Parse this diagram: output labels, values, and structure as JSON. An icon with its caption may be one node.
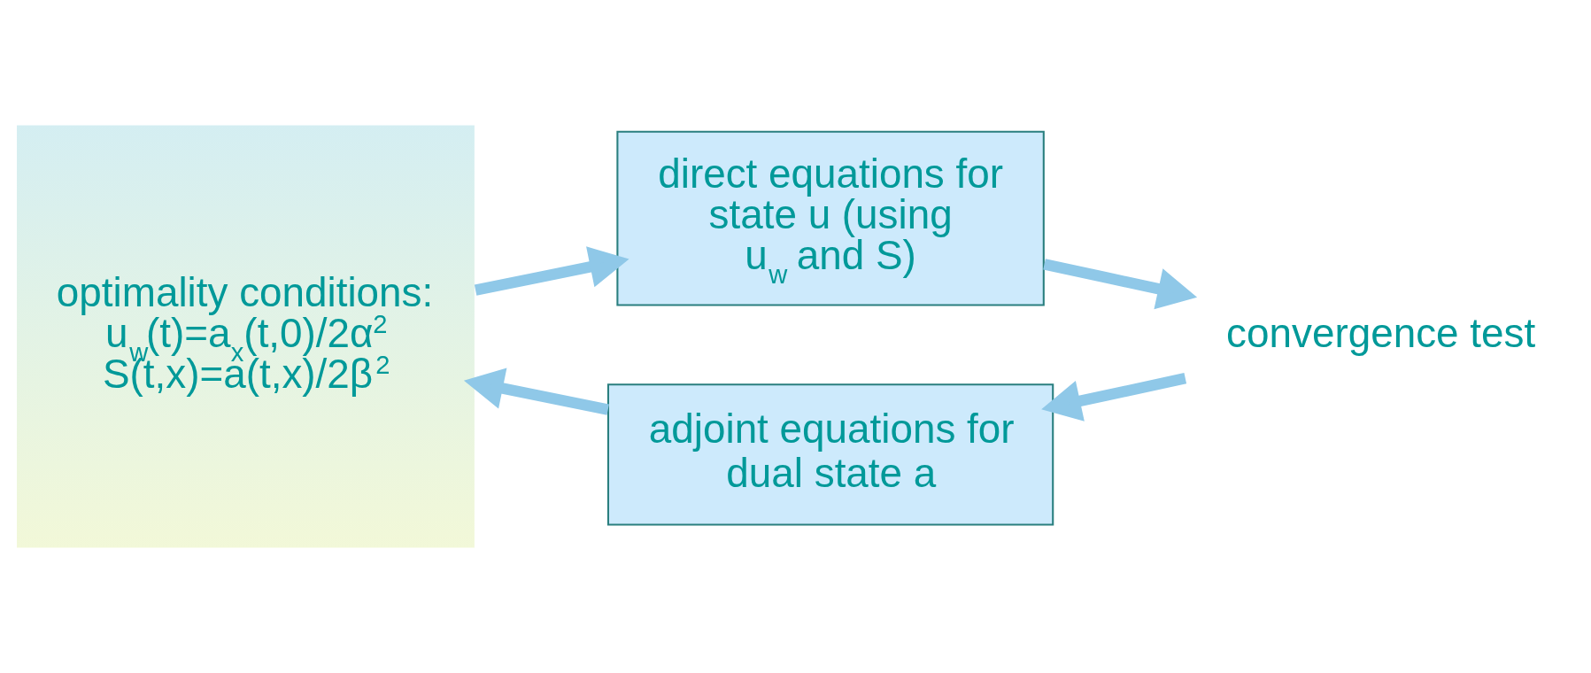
{
  "diagram": {
    "nodes": [
      {
        "text": [
          "optimality conditions:",
          "u$_{w}$(t)=a$_{x}$(t,0)/2α$^{2}$",
          "S(t,x)=a(t,x)/2β$^{2}$"
        ]
      },
      {
        "text": [
          "direct equations for state u (using u$_{w}$ and S)"
        ]
      },
      {
        "text": [
          "convergence test"
        ]
      },
      {
        "text": [
          "adjoint equations for dual state a"
        ]
      }
    ],
    "edges": [
      {
        "from": 0,
        "to": 1,
        "arrow": "to"
      },
      {
        "from": 1,
        "to": 2,
        "arrow": "to"
      },
      {
        "from": 2,
        "to": 3,
        "arrow": "to"
      },
      {
        "from": 3,
        "to": 0,
        "arrow": "to"
      }
    ]
  }
}
